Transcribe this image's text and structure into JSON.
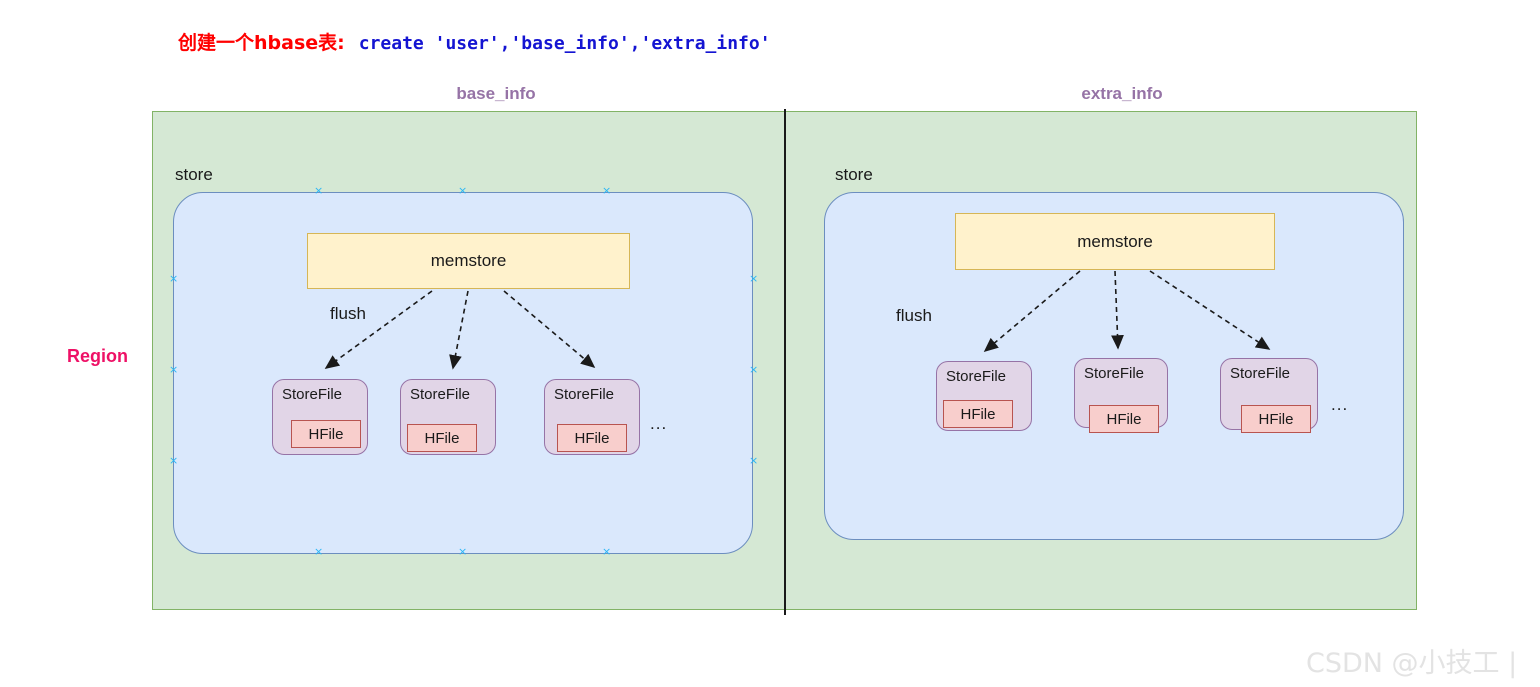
{
  "title": {
    "cn_prefix": "创建一个hbase表:",
    "command": "create 'user','base_info','extra_info'",
    "cn_color": "#ff0000",
    "command_color": "#1414d2"
  },
  "region": {
    "label": "Region",
    "label_color": "#ee1166",
    "fill": "#d5e8d4",
    "stroke": "#82b366"
  },
  "column_families": [
    {
      "name": "base_info",
      "color": "#9673a6"
    },
    {
      "name": "extra_info",
      "color": "#9673a6"
    }
  ],
  "stores": [
    {
      "caption": "store",
      "fill": "#dae8fc",
      "stroke": "#6c8ebf",
      "selected": true,
      "memstore": {
        "label": "memstore",
        "fill": "#fff2cc",
        "stroke": "#d6b656"
      },
      "flush_label": "flush",
      "storefiles": [
        {
          "label": "StoreFile",
          "hfile": "HFile"
        },
        {
          "label": "StoreFile",
          "hfile": "HFile"
        },
        {
          "label": "StoreFile",
          "hfile": "HFile"
        }
      ],
      "ellipsis": "...",
      "storefile_fill": "#e1d5e7",
      "storefile_stroke": "#9673a6",
      "hfile_fill": "#f8cecc",
      "hfile_stroke": "#b85450"
    },
    {
      "caption": "store",
      "fill": "#dae8fc",
      "stroke": "#6c8ebf",
      "selected": false,
      "memstore": {
        "label": "memstore",
        "fill": "#fff2cc",
        "stroke": "#d6b656"
      },
      "flush_label": "flush",
      "storefiles": [
        {
          "label": "StoreFile",
          "hfile": "HFile"
        },
        {
          "label": "StoreFile",
          "hfile": "HFile"
        },
        {
          "label": "StoreFile",
          "hfile": "HFile"
        }
      ],
      "ellipsis": "...",
      "storefile_fill": "#e1d5e7",
      "storefile_stroke": "#9673a6",
      "hfile_fill": "#f8cecc",
      "hfile_stroke": "#b85450"
    }
  ],
  "selection_handle_glyph": "×",
  "watermark": "CSDN @小技工 |"
}
